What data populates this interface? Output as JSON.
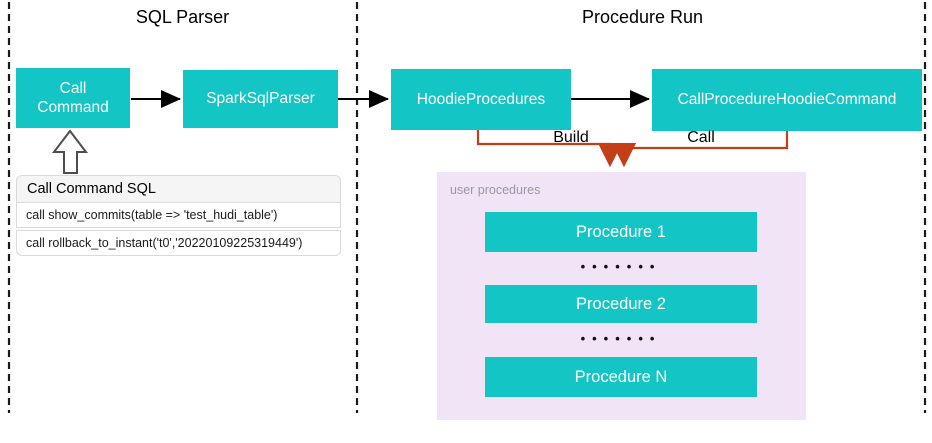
{
  "diagram": {
    "panels": {
      "sql_parser": {
        "title": "SQL Parser"
      },
      "procedure_run": {
        "title": "Procedure Run"
      }
    },
    "nodes": {
      "call_command": {
        "label": "Call Command"
      },
      "spark_sql_parser": {
        "label": "SparkSqlParser"
      },
      "hoodie_procedures": {
        "label": "HoodieProcedures"
      },
      "call_procedure_hoodie_command": {
        "label": "CallProcedureHoodieCommand"
      }
    },
    "edges": {
      "build": {
        "label": "Build"
      },
      "call": {
        "label": "Call"
      }
    },
    "sql_table": {
      "header": "Call Command SQL",
      "rows": [
        "call show_commits(table => 'test_hudi_table')",
        "call rollback_to_instant('t0','20220109225319449')"
      ]
    },
    "user_procedures": {
      "label": "user procedures",
      "items": [
        {
          "label": "Procedure 1"
        },
        {
          "label": "Procedure 2"
        },
        {
          "label": "Procedure N"
        }
      ],
      "dots": "•••••••"
    },
    "colors": {
      "node_fill": "#14c5c5",
      "node_text": "#ffffff",
      "red_edge": "#c43e17",
      "container_fill": "#f2e4f7",
      "table_header_bg": "#f5f5f5"
    }
  }
}
